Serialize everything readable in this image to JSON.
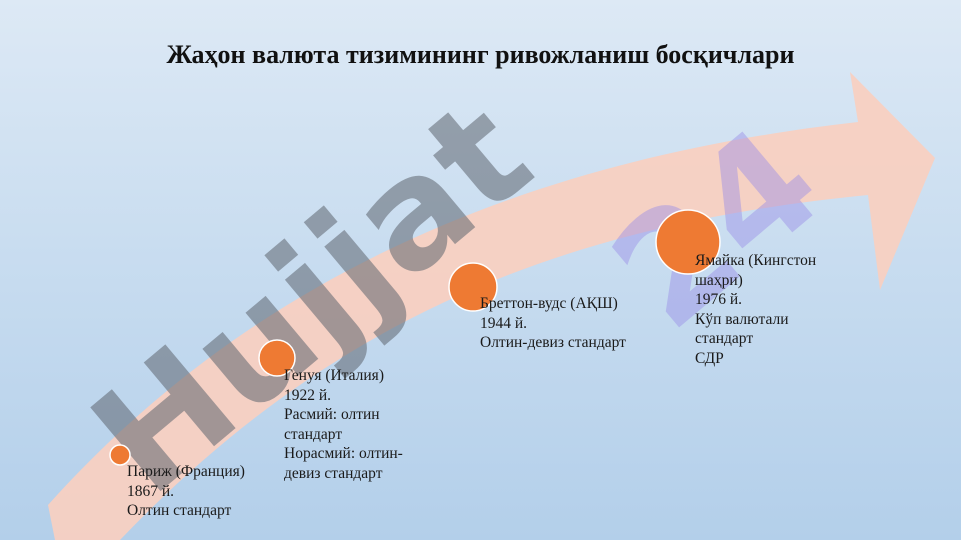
{
  "title": "Жаҳон валюта тизимининг ривожланиш босқичлари",
  "watermark": "Hujjat24",
  "colors": {
    "arrow": "#f9cfc0",
    "node": "#ee7a33",
    "node_stroke": "#ffffff",
    "watermark_gray": "#5f6670",
    "watermark_purple": "#9a8ee8"
  },
  "stages": [
    {
      "lines": [
        "Париж (Франция)",
        "1867 й.",
        "Олтин стандарт"
      ]
    },
    {
      "lines": [
        "Генуя (Италия)",
        "1922 й.",
        "Расмий: олтин",
        "стандарт",
        "Норасмий: олтин-",
        "девиз стандарт"
      ]
    },
    {
      "lines": [
        "Бреттон-вудс (АҚШ)",
        "1944 й.",
        "Олтин-девиз стандарт"
      ]
    },
    {
      "lines": [
        "Ямайка (Кингстон",
        "шаҳри)",
        "1976 й.",
        "Кўп валютали",
        "стандарт",
        "СДР"
      ]
    }
  ]
}
